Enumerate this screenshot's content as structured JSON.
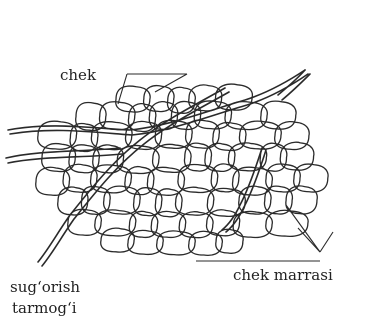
{
  "diagram": {
    "labels": {
      "chek": "chek",
      "chek_marrasi": "chek marrasi",
      "sugorish_line1": "sug‘orish",
      "sugorish_line2": "tarmog‘i"
    }
  }
}
